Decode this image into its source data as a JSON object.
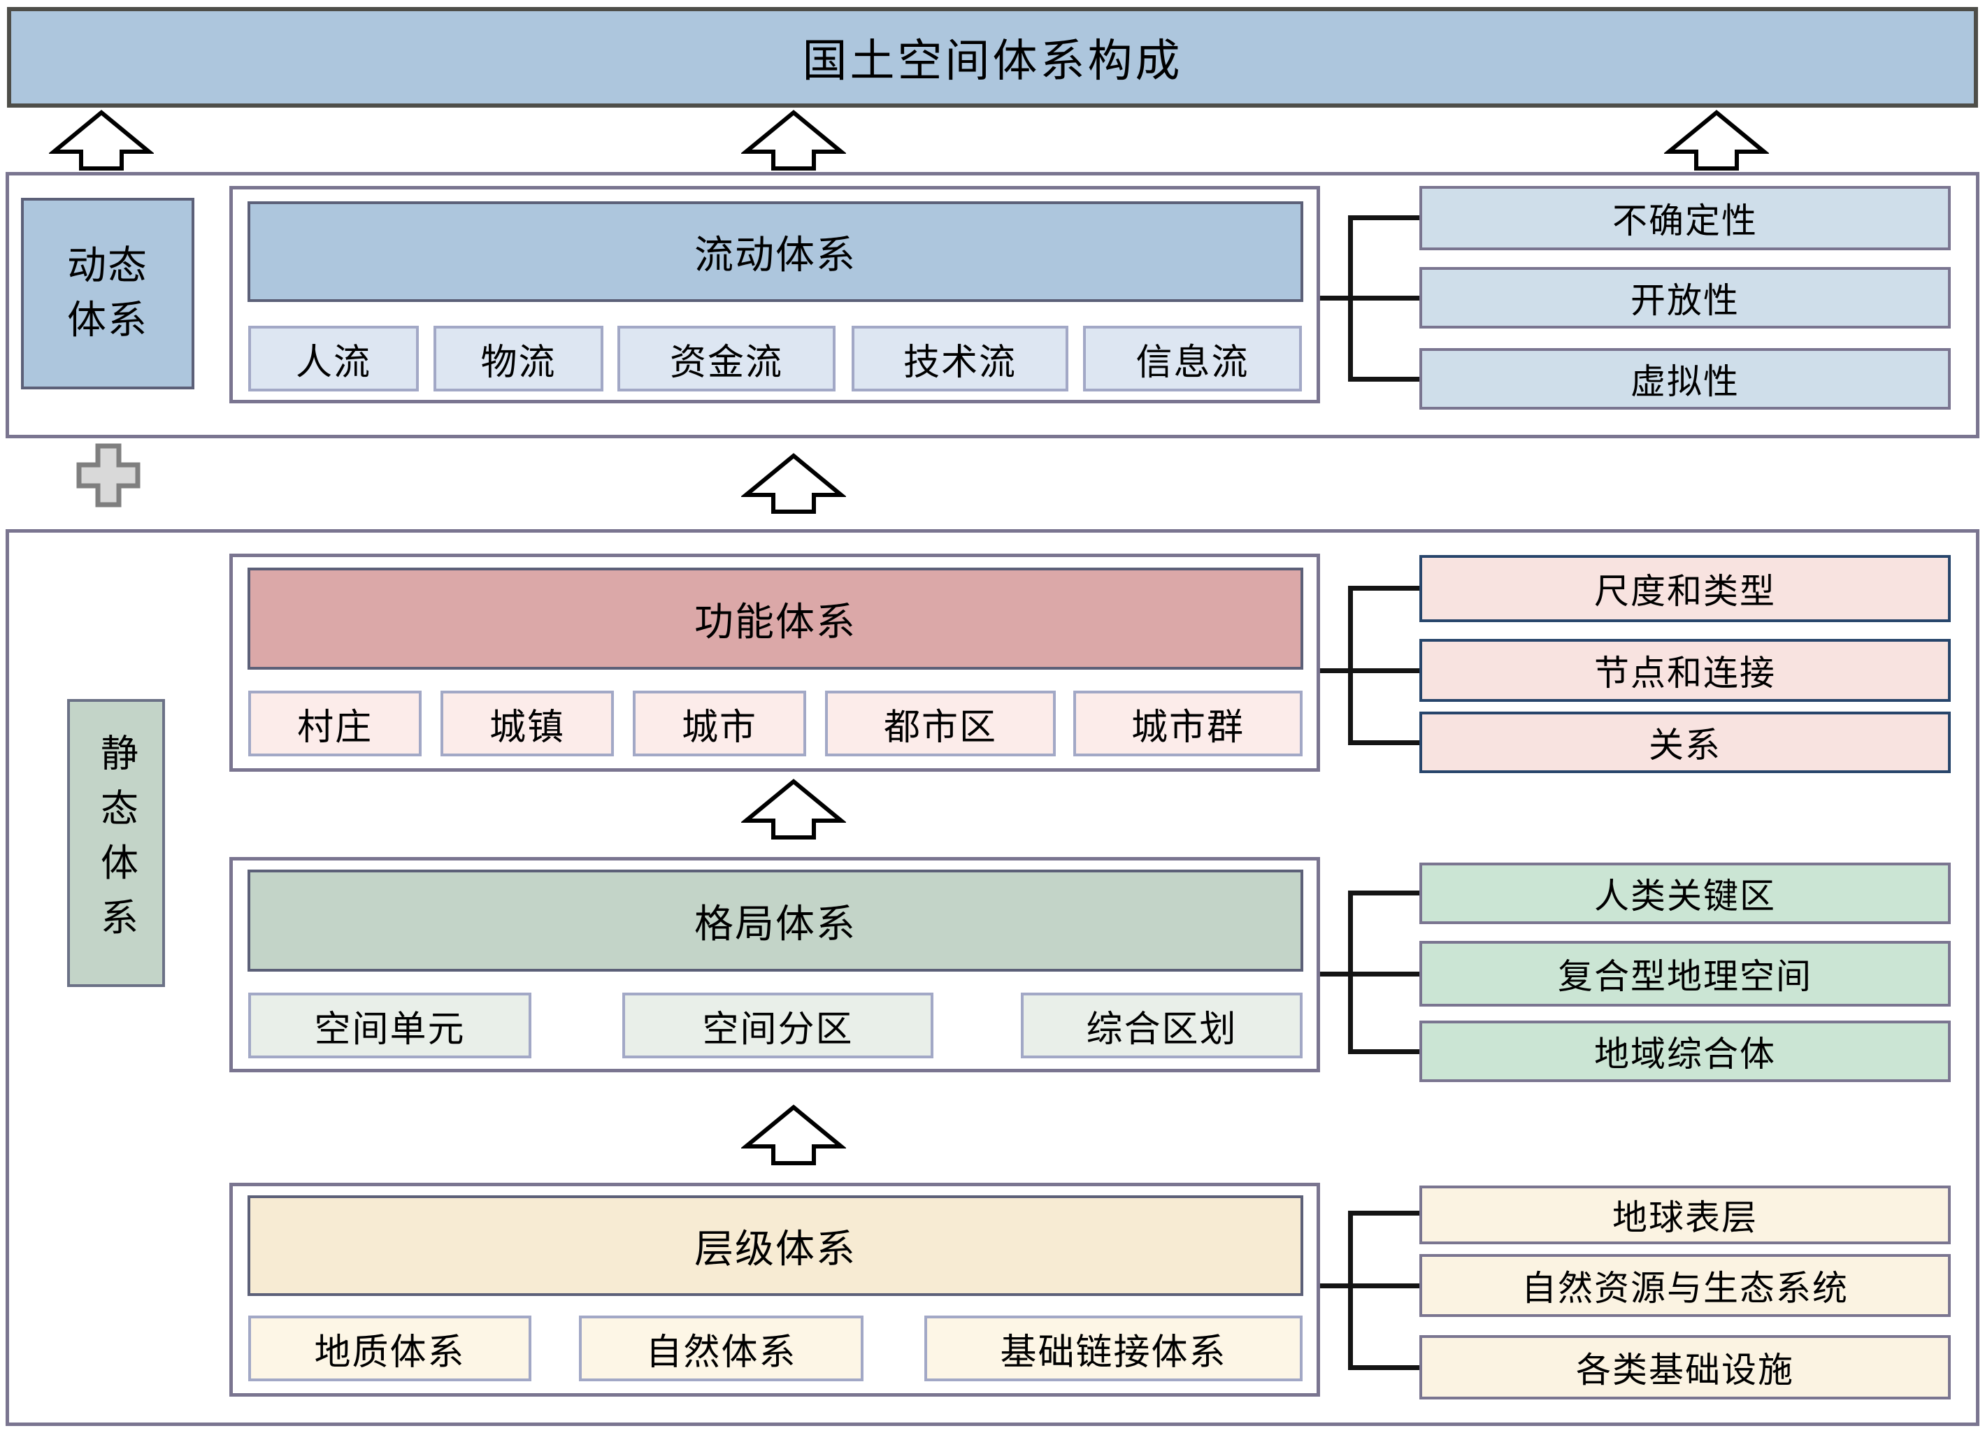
{
  "title": "国土空间体系构成",
  "dynamic_section": {
    "label": "动态体系",
    "flow_system": {
      "header": "流动体系",
      "items": [
        "人流",
        "物流",
        "资金流",
        "技术流",
        "信息流"
      ]
    },
    "attributes": [
      "不确定性",
      "开放性",
      "虚拟性"
    ]
  },
  "static_section": {
    "label": "静态体系",
    "function_system": {
      "header": "功能体系",
      "items": [
        "村庄",
        "城镇",
        "城市",
        "都市区",
        "城市群"
      ],
      "attributes": [
        "尺度和类型",
        "节点和连接",
        "关系"
      ]
    },
    "pattern_system": {
      "header": "格局体系",
      "items": [
        "空间单元",
        "空间分区",
        "综合区划"
      ],
      "attributes": [
        "人类关键区",
        "复合型地理空间",
        "地域综合体"
      ]
    },
    "hierarchy_system": {
      "header": "层级体系",
      "items": [
        "地质体系",
        "自然体系",
        "基础链接体系"
      ],
      "attributes": [
        "地球表层",
        "自然资源与生态系统",
        "各类基础设施"
      ]
    }
  },
  "colors": {
    "title_fill": "#adc6dd",
    "blue_fill": "#adc6dd",
    "blue_item_fill": "#dde6f2",
    "blue_attr_fill": "#cfdeea",
    "pink_fill": "#dba8a8",
    "pink_item_fill": "#fcecea",
    "pink_attr_fill": "#f8e3e0",
    "pink_attr_border": "#27456b",
    "green_fill": "#c3d4c8",
    "green_item_fill": "#e9efe9",
    "green_attr_fill": "#cbe5d4",
    "cream_fill": "#f7ebd3",
    "cream_item_fill": "#fdf6e6",
    "cream_attr_fill": "#fbf3e2",
    "frame_border": "#7a7590",
    "connector": "#141414"
  }
}
